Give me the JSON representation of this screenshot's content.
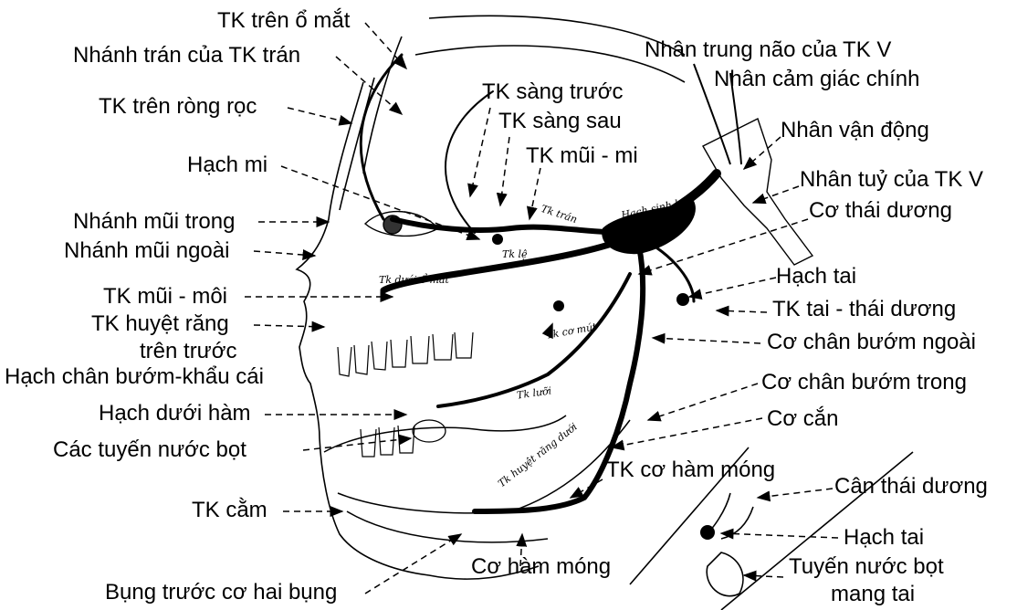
{
  "labels": {
    "tk_tren_o_mat": "TK trên ổ mắt",
    "nhanh_tran": "Nhánh trán của TK trán",
    "tk_tren_rong_roc": "TK trên ròng rọc",
    "hach_mi": "Hạch mi",
    "nhanh_mui_trong": "Nhánh mũi trong",
    "nhanh_mui_ngoai": "Nhánh mũi ngoài",
    "tk_mui_moi": "TK mũi - môi",
    "tk_huyet_rang_1": "TK huyệt răng",
    "tk_huyet_rang_2": "trên trước",
    "hach_chan_buom_khau_cai": "Hạch chân bướm-khẩu cái",
    "hach_duoi_ham": "Hạch dưới hàm",
    "cac_tuyen_nuoc_bot": "Các tuyến nước bọt",
    "tk_cam": "TK cằm",
    "bung_truoc": "Bụng trước cơ hai bụng",
    "co_ham_mong": "Cơ hàm móng",
    "tk_sang_truoc": "TK sàng trước",
    "tk_sang_sau": "TK sàng sau",
    "tk_mui_mi": "TK mũi - mi",
    "nhan_trung_nao": "Nhân trung não của TK V",
    "nhan_cam_giac": "Nhân cảm giác chính",
    "nhan_van_dong": "Nhân vận động",
    "nhan_tuy": "Nhân tuỷ của TK V",
    "co_thai_duong": "Cơ thái dương",
    "hach_tai": "Hạch tai",
    "tk_tai_thai_duong": "TK tai - thái dương",
    "co_chan_buom_ngoai": "Cơ chân bướm ngoài",
    "co_chan_buom_trong": "Cơ chân bướm trong",
    "co_can": "Cơ cắn",
    "tk_co_ham_mong": "TK cơ hàm móng",
    "can_thai_duong": "Cân thái dương",
    "hach_tai_inset": "Hạch tai",
    "tuyen_mang_tai_1": "Tuyến nước bọt",
    "tuyen_mang_tai_2": "mang tai"
  },
  "inner_labels": {
    "tk_tran": "Tk trán",
    "hach_sinh_ba": "Hạch sinh ba",
    "tk_le": "Tk lệ",
    "tk_duoi_o_mat": "Tk dưới ổ mắt",
    "tk_co_mut": "Tk cơ mút",
    "tk_luoi": "Tk lưỡi",
    "tk_huyet_rang_duoi": "Tk huyệt răng dưới"
  }
}
